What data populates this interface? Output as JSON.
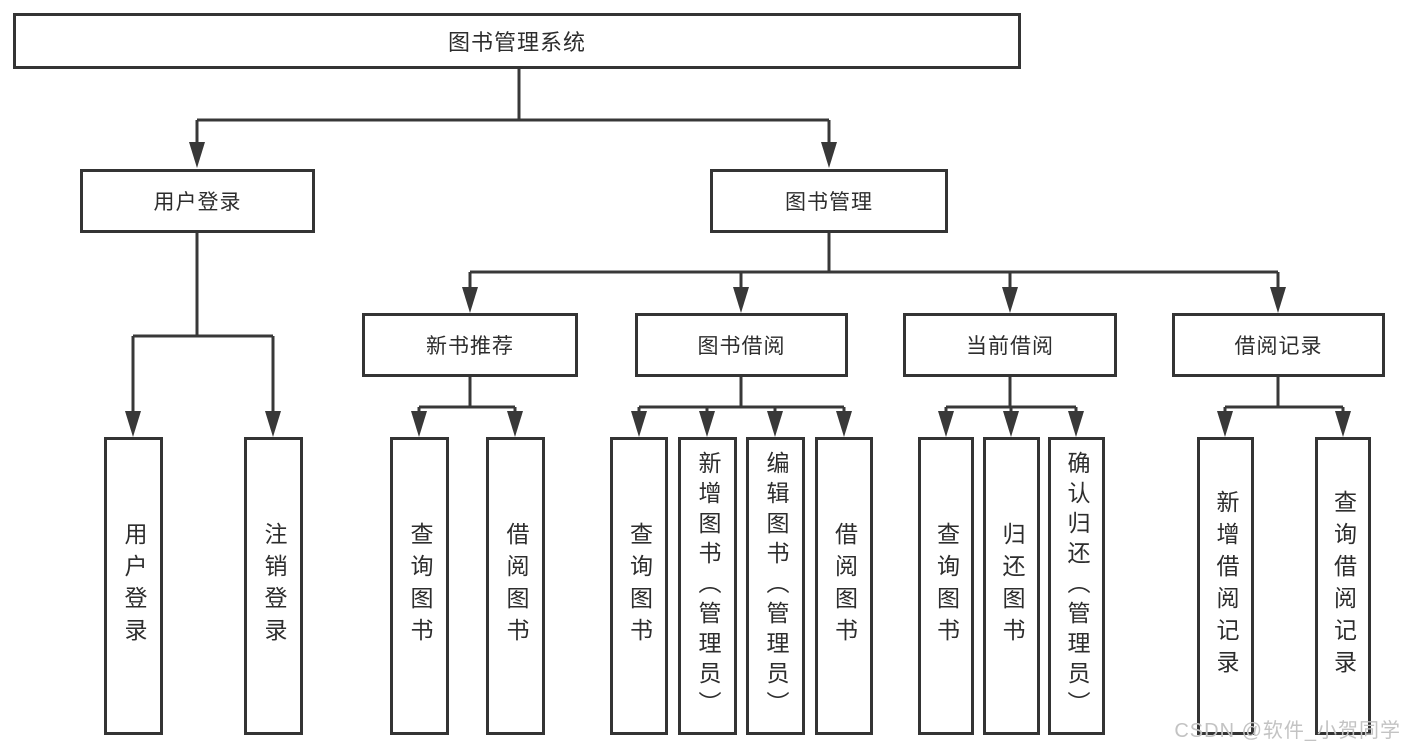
{
  "diagram": {
    "root": {
      "label": "图书管理系统"
    },
    "level2": [
      {
        "label": "用户登录"
      },
      {
        "label": "图书管理"
      }
    ],
    "level3": [
      {
        "label": "新书推荐"
      },
      {
        "label": "图书借阅"
      },
      {
        "label": "当前借阅"
      },
      {
        "label": "借阅记录"
      }
    ],
    "leaves": [
      {
        "label": "用户登录"
      },
      {
        "label": "注销登录"
      },
      {
        "label": "查询图书"
      },
      {
        "label": "借阅图书"
      },
      {
        "label": "查询图书"
      },
      {
        "label": "新增图书（管理员）"
      },
      {
        "label": "编辑图书（管理员）"
      },
      {
        "label": "借阅图书"
      },
      {
        "label": "查询图书"
      },
      {
        "label": "归还图书"
      },
      {
        "label": "确认归还（管理员）"
      },
      {
        "label": "新增借阅记录"
      },
      {
        "label": "查询借阅记录"
      }
    ],
    "watermark": {
      "label": "CSDN @软件_小贺同学"
    },
    "colors": {
      "line": "#383838",
      "border": "#343434",
      "text": "#2d2d2d",
      "watermark": "#c3c3c3",
      "background": "#ffffff"
    }
  }
}
